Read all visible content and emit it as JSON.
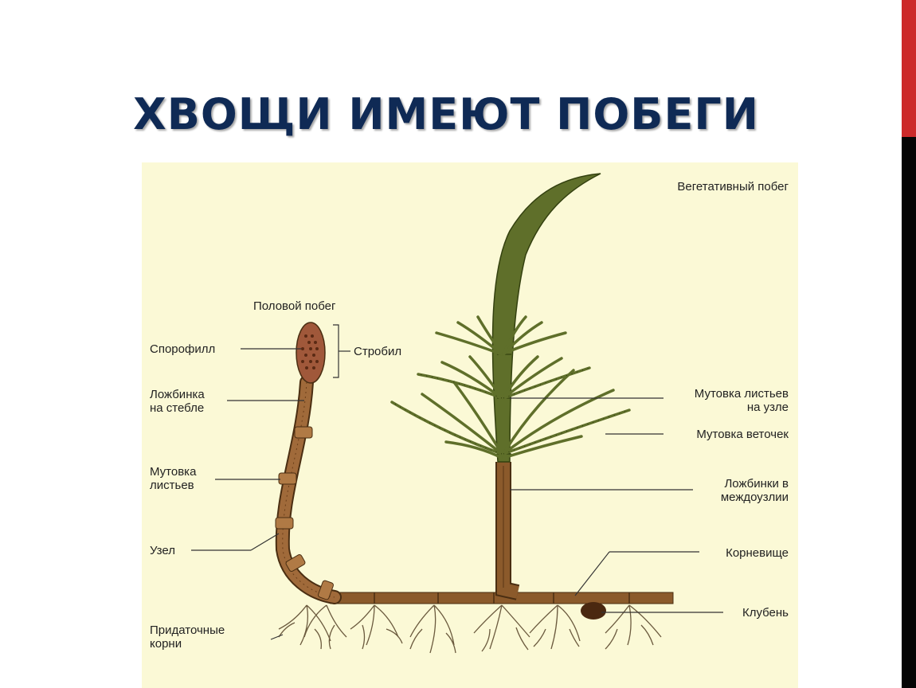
{
  "title": "ХВОЩИ ИМЕЮТ ПОБЕГИ",
  "colors": {
    "title": "#0f2a55",
    "panel": "#fbf9d6",
    "accent_red": "#cc2a2a",
    "stem_brown": "#8b5a2b",
    "shoot_green": "#5f6f2a",
    "root": "#6b5a3e"
  },
  "labels": {
    "vegetative_shoot": "Вегетативный побег",
    "sexual_shoot": "Половой побег",
    "sporophyll": "Спорофилл",
    "strobilus": "Стробил",
    "stem_groove": "Ложбинка\nна стебле",
    "leaf_whorl": "Мутовка\nлистьев",
    "node": "Узел",
    "adventitious_roots": "Придаточные\nкорни",
    "node_leaf_whorl": "Мутовка листьев\nна узле",
    "branch_whorl": "Мутовка веточек",
    "internode_grooves": "Ложбинки в\nмеждоузлии",
    "rhizome": "Корневище",
    "tuber": "Клубень"
  }
}
